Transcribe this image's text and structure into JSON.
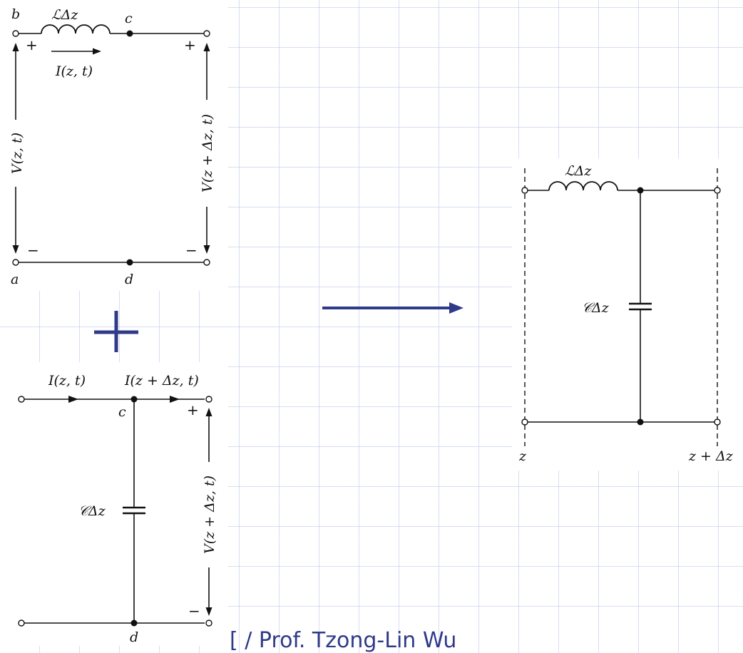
{
  "diagram_top": {
    "node_b": "b",
    "node_c": "c",
    "node_a": "a",
    "node_d": "d",
    "inductor_label": "ℒΔz",
    "current_label": "I(z, t)",
    "left_voltage_label": "V(z, t)",
    "right_voltage_label": "V(z + Δz, t)",
    "plus_sign": "+",
    "minus_sign": "−"
  },
  "diagram_bottom": {
    "node_c": "c",
    "node_d": "d",
    "current_in_label": "I(z, t)",
    "current_out_label": "I(z + Δz, t)",
    "capacitor_label": "𝒞Δz",
    "right_voltage_label": "V(z + Δz, t)",
    "plus_sign": "+",
    "minus_sign": "−"
  },
  "diagram_result": {
    "inductor_label": "ℒΔz",
    "capacitor_label": "𝒞Δz",
    "left_position_label": "z",
    "right_position_label": "z + Δz"
  },
  "footer": {
    "text": "[ / Prof. Tzong-Lin Wu"
  },
  "colors": {
    "accent": "#2f3a8a",
    "grid": "#b4c4e6"
  }
}
